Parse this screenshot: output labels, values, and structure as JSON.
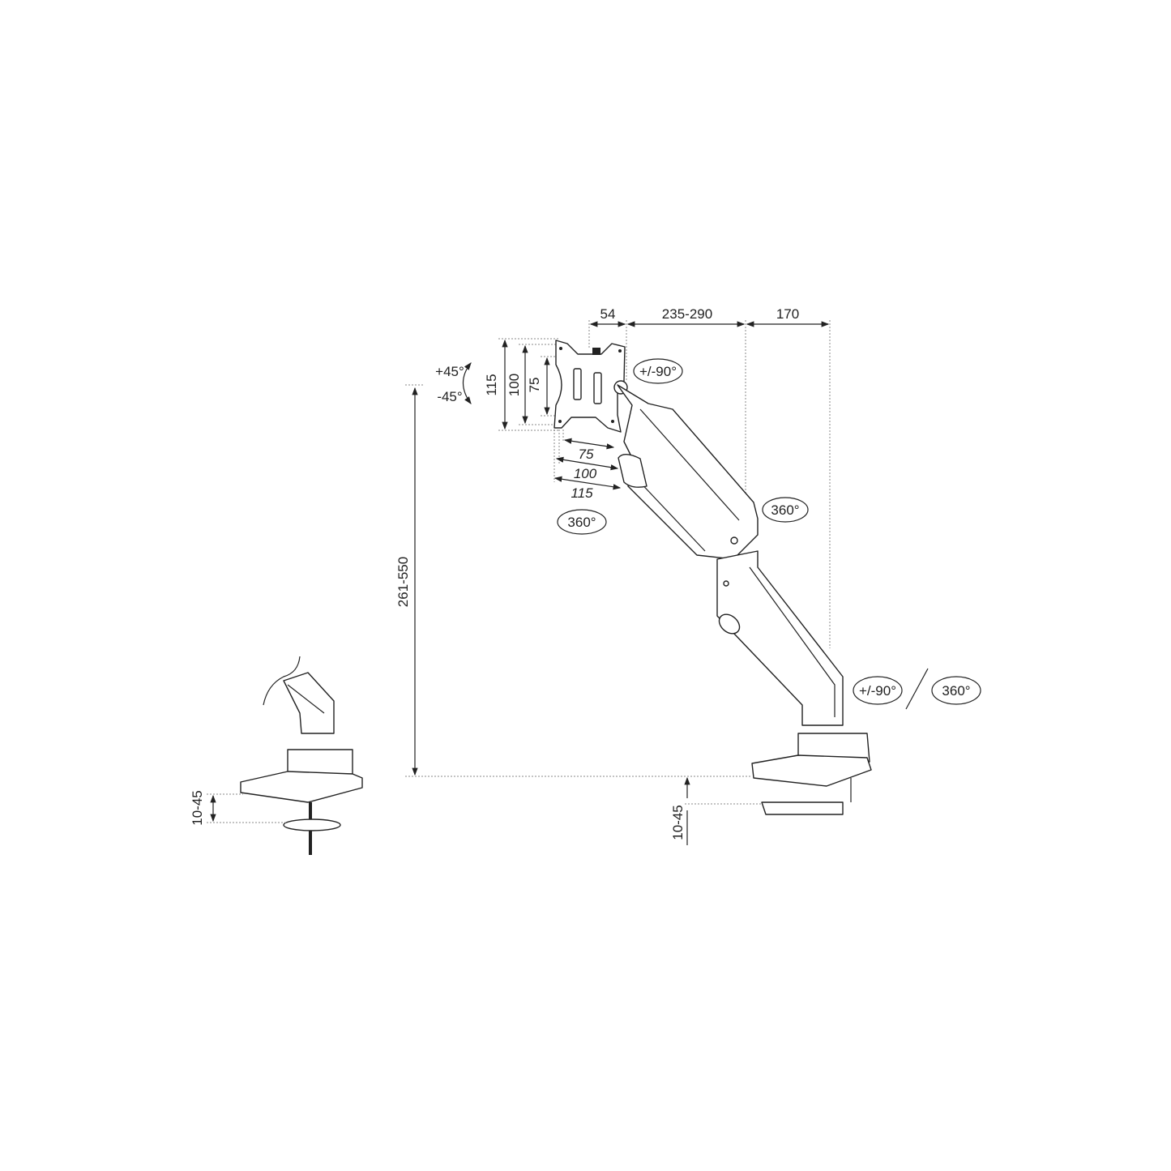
{
  "dimensions": {
    "vesa_offset": "54",
    "arm_reach": "235-290",
    "base_reach": "170",
    "vesa_v_115": "115",
    "vesa_v_100": "100",
    "vesa_v_75": "75",
    "vesa_h_75": "75",
    "vesa_h_100": "100",
    "vesa_h_115": "115",
    "height_range": "261-550",
    "desk_thickness_grommet": "10-45",
    "desk_thickness_clamp": "10-45"
  },
  "rotations": {
    "tilt_up": "+45°",
    "tilt_down": "-45°",
    "head_rotation": "+/-90°",
    "head_swivel": "360°",
    "elbow_swivel": "360°",
    "base_rotation": "+/-90°",
    "base_swivel": "360°"
  },
  "colors": {
    "line": "#222222",
    "background": "#ffffff"
  }
}
